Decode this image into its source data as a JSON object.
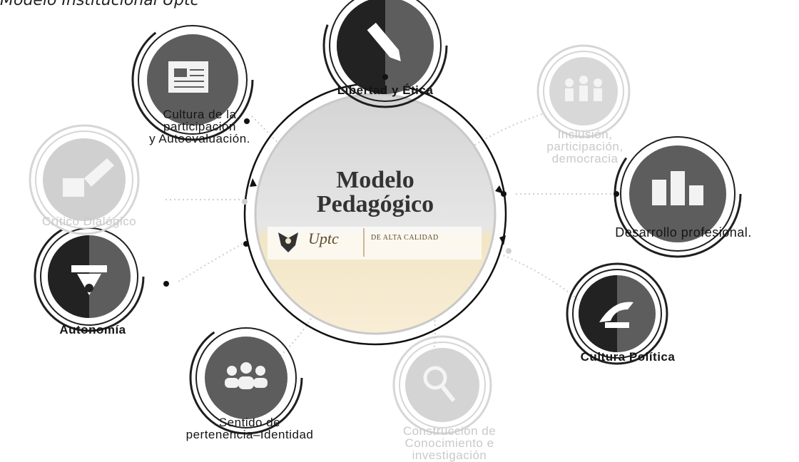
{
  "caption": "Modelo Institucional Uptc",
  "center": {
    "title": "Modelo\nPedagógico",
    "logo_brand": "Uptc",
    "logo_quality": "DE ALTA CALIDAD"
  },
  "nodes": [
    {
      "id": "libertad",
      "label": "Libertad y Ética",
      "icon": "pencil-icon"
    },
    {
      "id": "inclusion",
      "label": "Inclusión,\nparticipación,\ndemocracia",
      "icon": "people-group-icon"
    },
    {
      "id": "desarrollo",
      "label": "Desarrollo profesional.",
      "icon": "podium-icon"
    },
    {
      "id": "politica",
      "label": "Cultura Política",
      "icon": "hand-icon"
    },
    {
      "id": "construccion",
      "label": "Construcción de\nConocimiento e\ninvestigación",
      "icon": "magnifier-icon"
    },
    {
      "id": "sentido",
      "label": "Sentido de\npertenencia–Identidad",
      "icon": "people-icon"
    },
    {
      "id": "autonomia",
      "label": "Autonomía",
      "icon": "balance-icon"
    },
    {
      "id": "critico",
      "label": "Crítico Dialógico",
      "icon": "eraser-icon"
    },
    {
      "id": "cultura_part",
      "label": "Cultura de la\nparticipación\ny Autoevaluación.",
      "icon": "document-icon"
    }
  ],
  "colors": {
    "dark_ring": "#1f1f1f",
    "dark_fill": "#222222",
    "mid_fill": "#5d5d5d",
    "faded_ring": "#d6d6d6",
    "faded_fill": "#d0d0d0",
    "center_top": "#dedede",
    "center_bottom": "#efe3c8"
  }
}
